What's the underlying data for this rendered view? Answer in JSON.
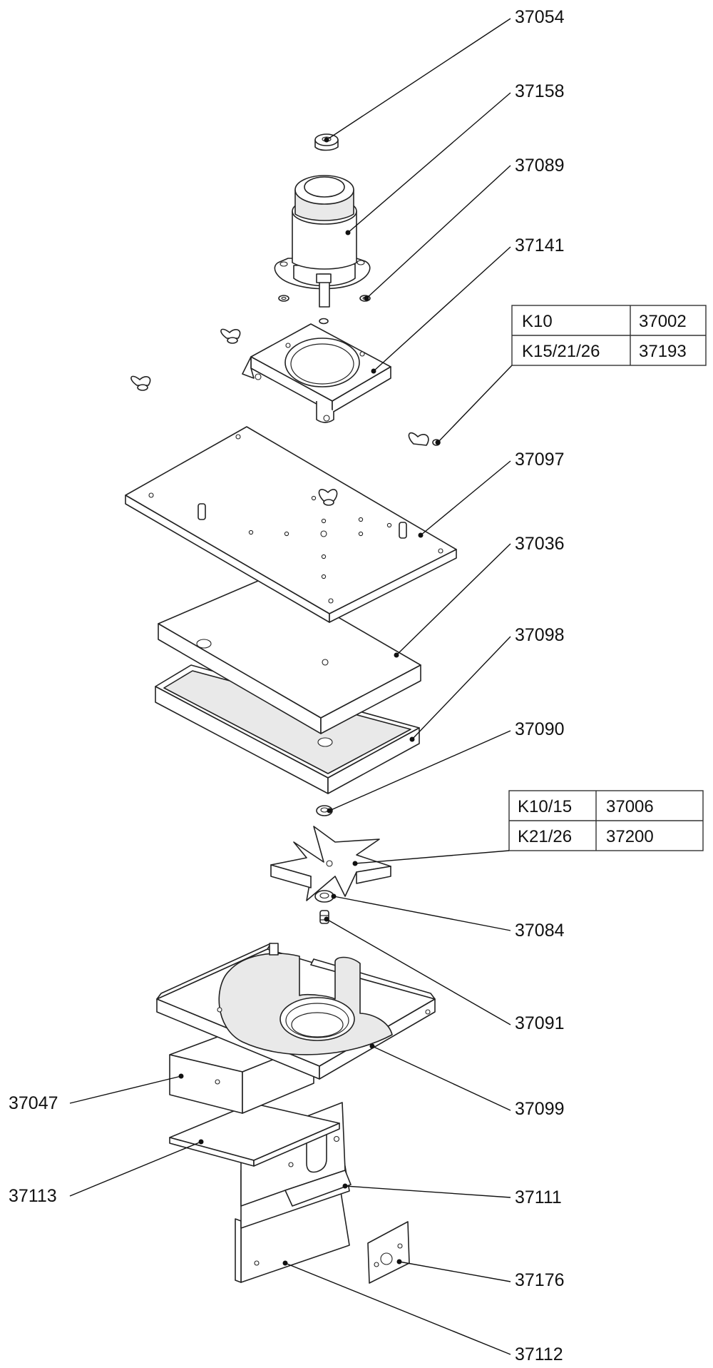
{
  "callouts": [
    {
      "id": "37054"
    },
    {
      "id": "37158"
    },
    {
      "id": "37089"
    },
    {
      "id": "37141"
    },
    {
      "id": "37097"
    },
    {
      "id": "37036"
    },
    {
      "id": "37098"
    },
    {
      "id": "37090"
    },
    {
      "id": "37084"
    },
    {
      "id": "37091"
    },
    {
      "id": "37099"
    },
    {
      "id": "37047"
    },
    {
      "id": "37113"
    },
    {
      "id": "37111"
    },
    {
      "id": "37176"
    },
    {
      "id": "37112"
    }
  ],
  "tables": {
    "plate_variants": {
      "rows": [
        {
          "model": "K10",
          "part": "37002"
        },
        {
          "model": "K15/21/26",
          "part": "37193"
        }
      ]
    },
    "impeller_variants": {
      "rows": [
        {
          "model": "K10/15",
          "part": "37006"
        },
        {
          "model": "K21/26",
          "part": "37200"
        }
      ]
    }
  }
}
